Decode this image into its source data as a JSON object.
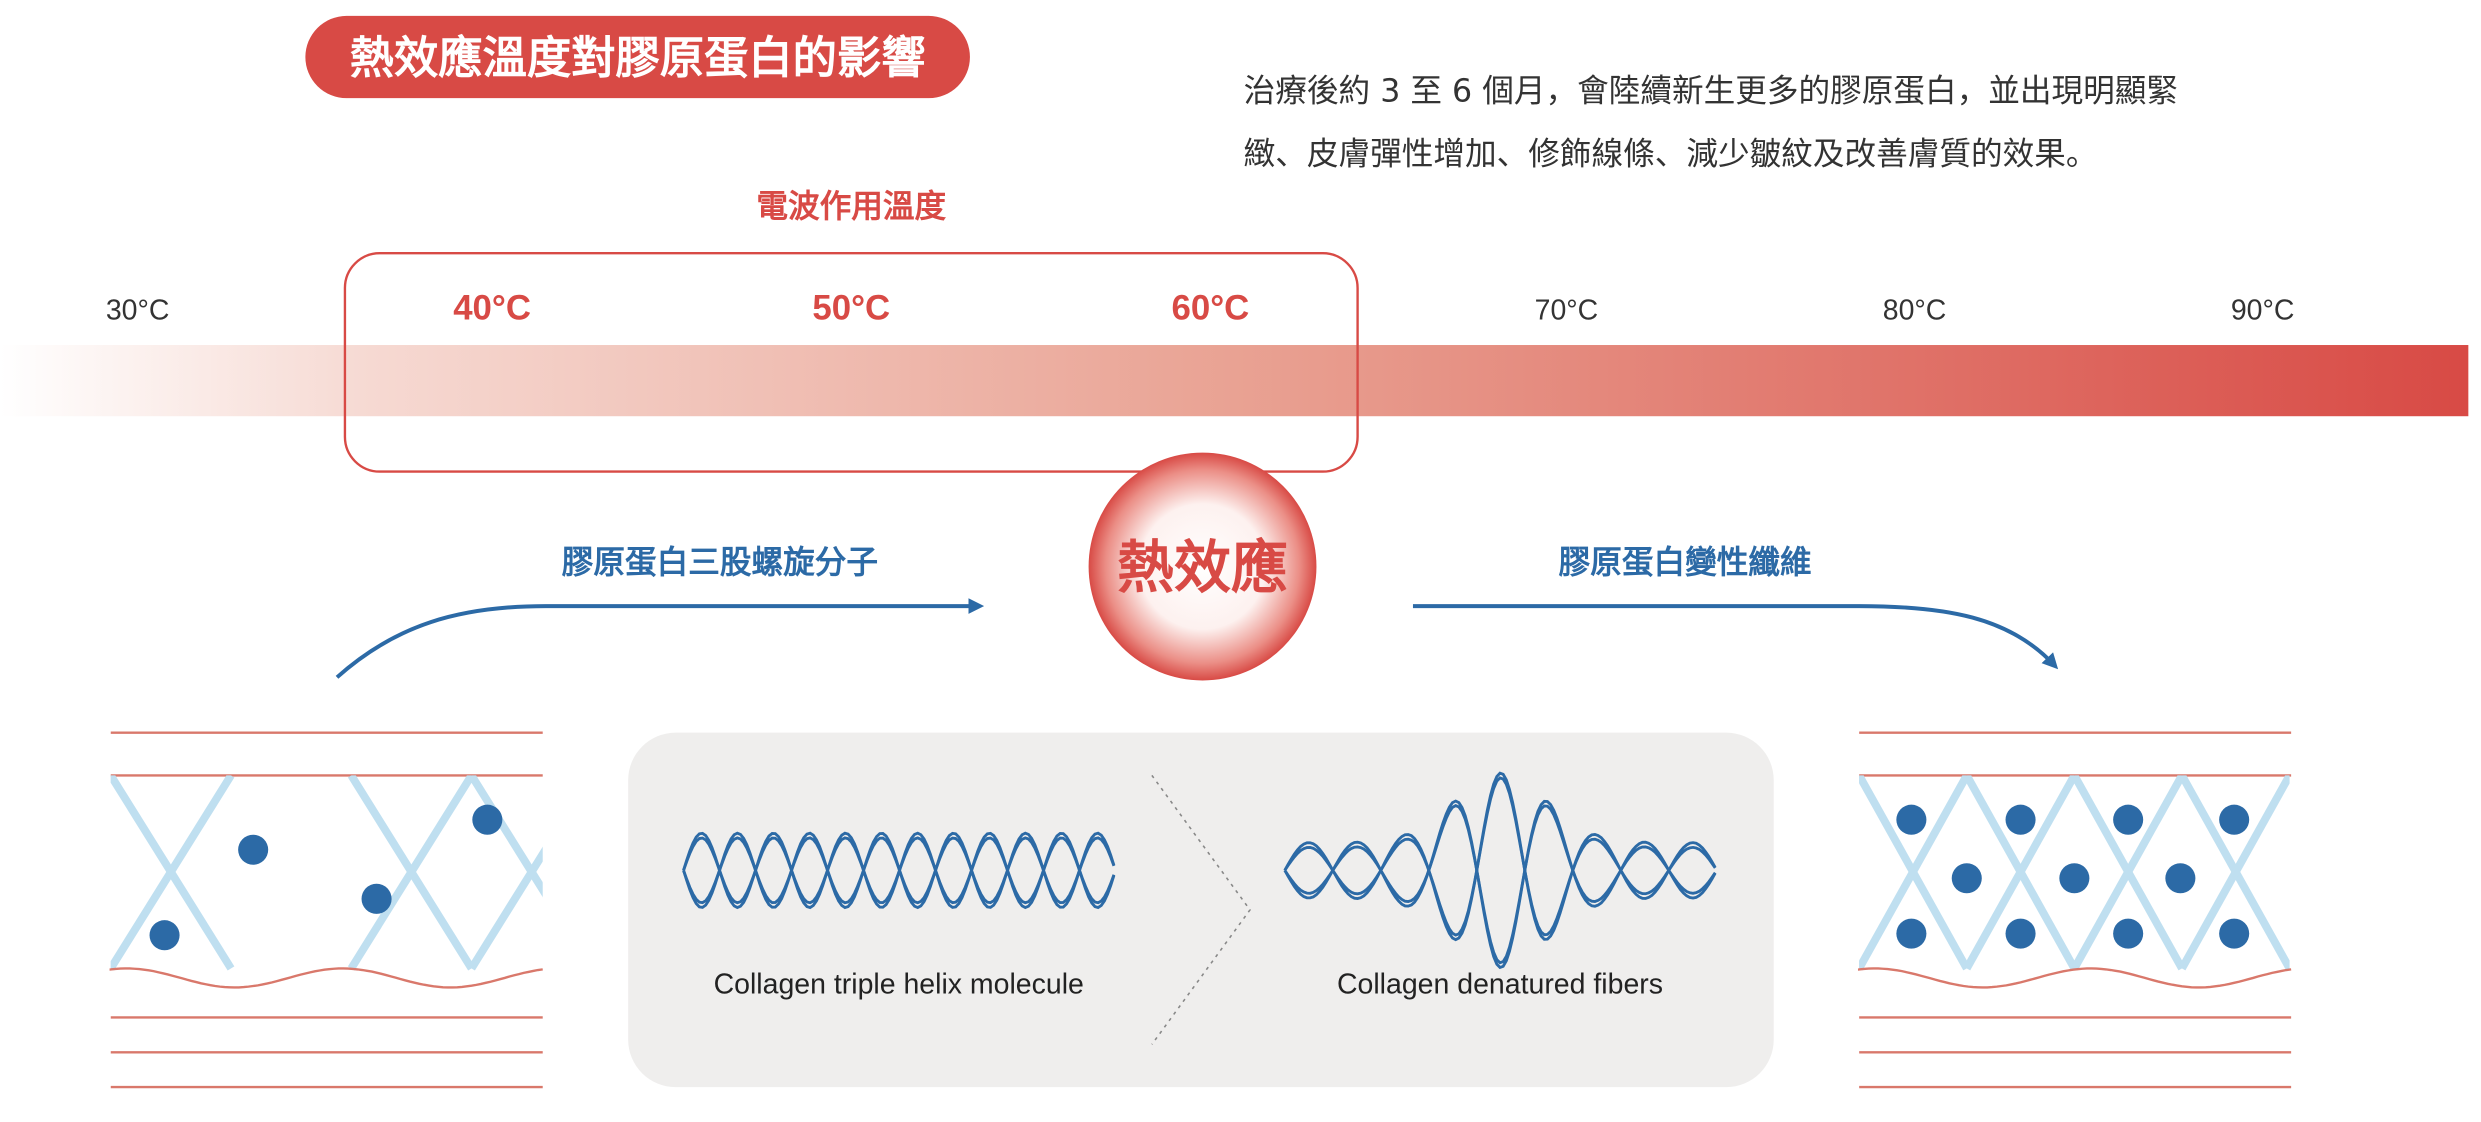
{
  "title": "熱效應溫度對膠原蛋白的影響",
  "description": {
    "line1": "治療後約 3 至 6 個月，會陸續新生更多的膠原蛋白，並出現明顯緊",
    "line2": "緻、皮膚彈性增加、修飾線條、減少皺紋及改善膚質的效果。"
  },
  "range_label": "電波作用溫度",
  "temperatures": [
    {
      "label": "30°C",
      "in_range": false
    },
    {
      "label": "40°C",
      "in_range": true
    },
    {
      "label": "50°C",
      "in_range": true
    },
    {
      "label": "60°C",
      "in_range": true
    },
    {
      "label": "70°C",
      "in_range": false
    },
    {
      "label": "80°C",
      "in_range": false
    },
    {
      "label": "90°C",
      "in_range": false
    }
  ],
  "heat_effect": "熱效應",
  "left_label": "膠原蛋白三股螺旋分子",
  "right_label": "膠原蛋白變性纖維",
  "helix_caption": "Collagen triple helix molecule",
  "denatured_caption": "Collagen denatured fibers",
  "colors": {
    "red": "#d84a45",
    "blue": "#2c6aa6",
    "light_blue": "#bfdff0",
    "tissue_line": "#d9786b",
    "panel_bg": "#efeeed",
    "text": "#333333"
  }
}
